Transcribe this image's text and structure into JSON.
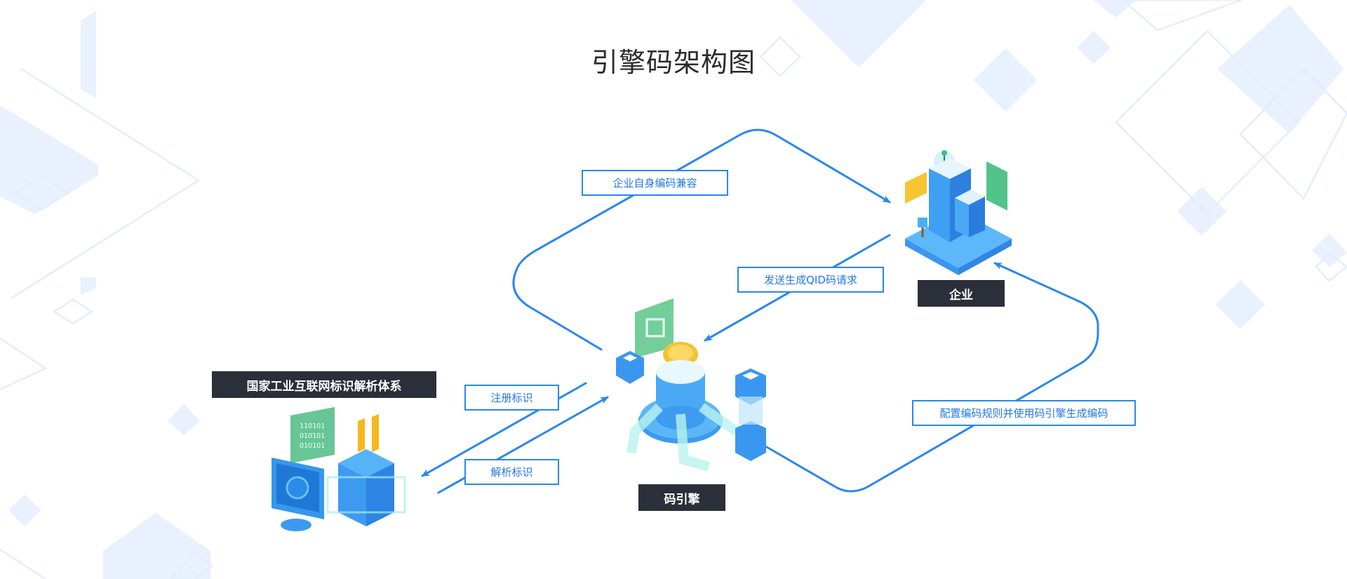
{
  "title": "引擎码架构图",
  "colors": {
    "accent": "#2a86f0",
    "label_text": "#2477e4",
    "node_label_bg": "#2b2f3a",
    "decor": "#e3eefc"
  },
  "nodes": {
    "enterprise": {
      "label": "企业",
      "icon": "office-building-icon"
    },
    "code_engine": {
      "label": "码引擎",
      "icon": "engine-hub-icon"
    },
    "national_system": {
      "label": "国家工业互联网标识解析体系",
      "icon": "monitor-server-icon"
    }
  },
  "edges": {
    "compat": {
      "label": "企业自身编码兼容",
      "from": "码引擎",
      "to": "企业"
    },
    "send_request": {
      "label": "发送生成QID码请求",
      "from": "企业",
      "to": "码引擎"
    },
    "configure": {
      "label": "配置编码规则并使用码引擎生成编码",
      "from": "码引擎",
      "to": "企业"
    },
    "register": {
      "label": "注册标识",
      "from": "码引擎",
      "to": "国家工业互联网标识解析体系"
    },
    "resolve": {
      "label": "解析标识",
      "from": "国家工业互联网标识解析体系",
      "to": "码引擎"
    }
  },
  "illustration_text": {
    "binary_bubble": [
      "11O1O1",
      "O1O1O1",
      "O1O1O1"
    ]
  }
}
